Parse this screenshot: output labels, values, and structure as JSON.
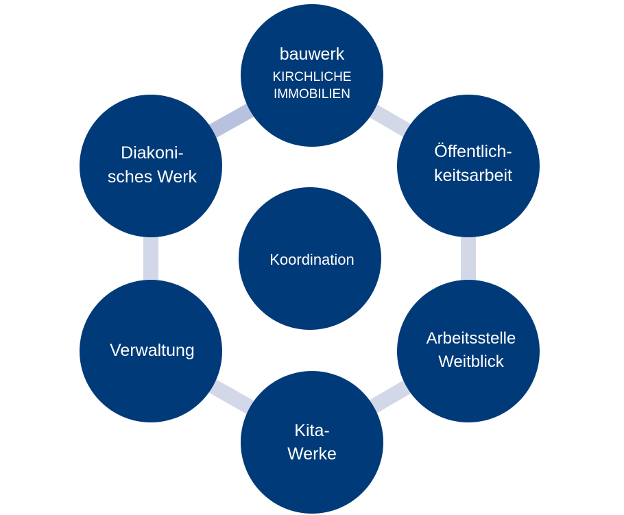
{
  "colors": {
    "node_fill": "#003a78",
    "ring_light": "#d3d8e8",
    "ring_mid": "#b8c1de",
    "text": "#ffffff"
  },
  "center": {
    "label": "Koordination"
  },
  "nodes": [
    {
      "id": "bauwerk",
      "lines": [
        "bauwerk",
        "KIRCHLICHE",
        "IMMOBILIEN"
      ]
    },
    {
      "id": "oeffentlichkeitsarbeit",
      "lines": [
        "Öffentlich-",
        "keitsarbeit"
      ]
    },
    {
      "id": "arbeitsstelle-weitblick",
      "lines": [
        "Arbeitsstelle",
        "Weitblick"
      ]
    },
    {
      "id": "kita-werke",
      "lines": [
        "Kita-",
        "Werke"
      ]
    },
    {
      "id": "verwaltung",
      "lines": [
        "Verwaltung"
      ]
    },
    {
      "id": "diakonisches-werk",
      "lines": [
        "Diakoni-",
        "sches Werk"
      ]
    }
  ]
}
